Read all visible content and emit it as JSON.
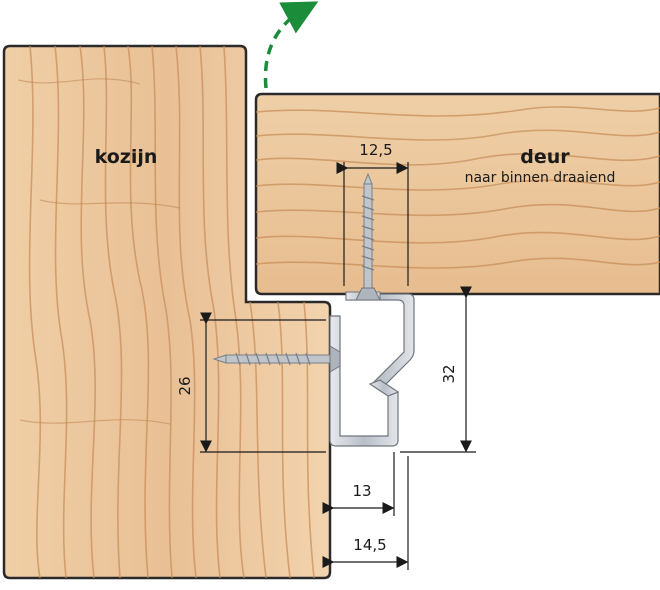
{
  "labels": {
    "frame": "kozijn",
    "door": "deur",
    "door_note": "naar binnen draaiend"
  },
  "dimensions": {
    "screw_spacing": "12,5",
    "door_height": "32",
    "frame_depth": "26",
    "profile_inner": "13",
    "profile_outer": "14,5"
  },
  "colors": {
    "wood": "#e8bf91",
    "wood_grain": "#c98f5a",
    "outline": "#2a2a2a",
    "metal": "#c8ccd2",
    "arrow": "#1a8c3a"
  },
  "icons": {
    "swing_arrow": "curved-arrow-icon",
    "screw": "screw-icon"
  }
}
